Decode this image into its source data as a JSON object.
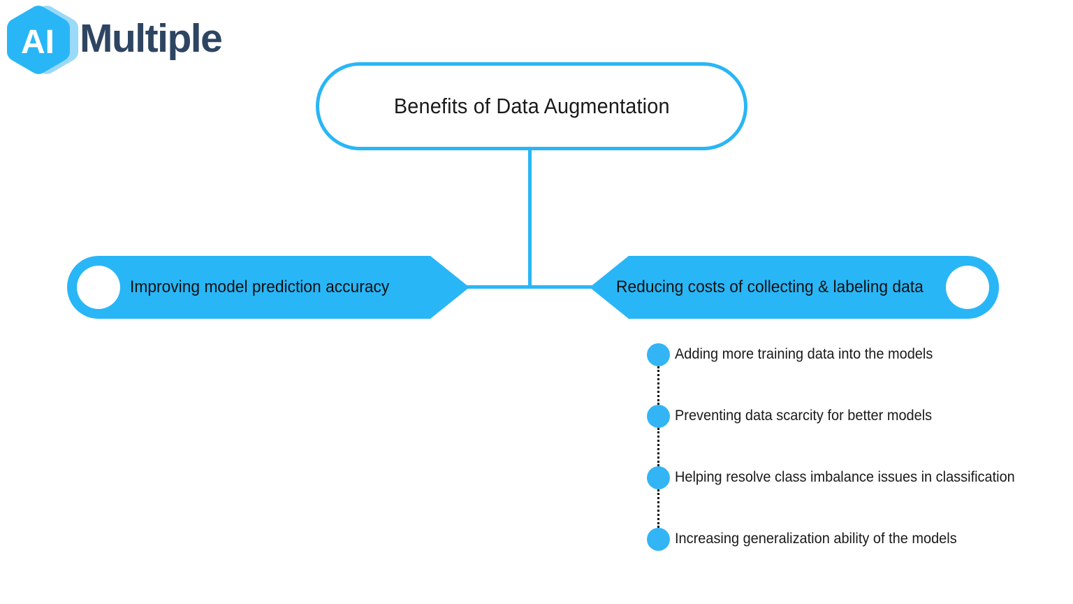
{
  "brand": {
    "mark_text": "AI",
    "word_text": "Multiple",
    "mark_color": "#29b6f6",
    "mark_shadow_color": "#9ad9f8",
    "word_color": "#2e4562",
    "mark_icon": "hexagon-logo-icon"
  },
  "diagram": {
    "title": "Benefits of Data Augmentation",
    "accent_color": "#29b6f6",
    "text_color": "#1a1a1a",
    "branches": [
      {
        "label": "Improving model prediction accuracy",
        "direction": "left"
      },
      {
        "label": "Reducing costs of collecting & labeling data",
        "direction": "right"
      }
    ],
    "bullets": [
      "Adding more training data into the models",
      "Preventing data scarcity for better models",
      "Helping resolve class imbalance issues in classification",
      "Increasing generalization ability of the models"
    ]
  }
}
